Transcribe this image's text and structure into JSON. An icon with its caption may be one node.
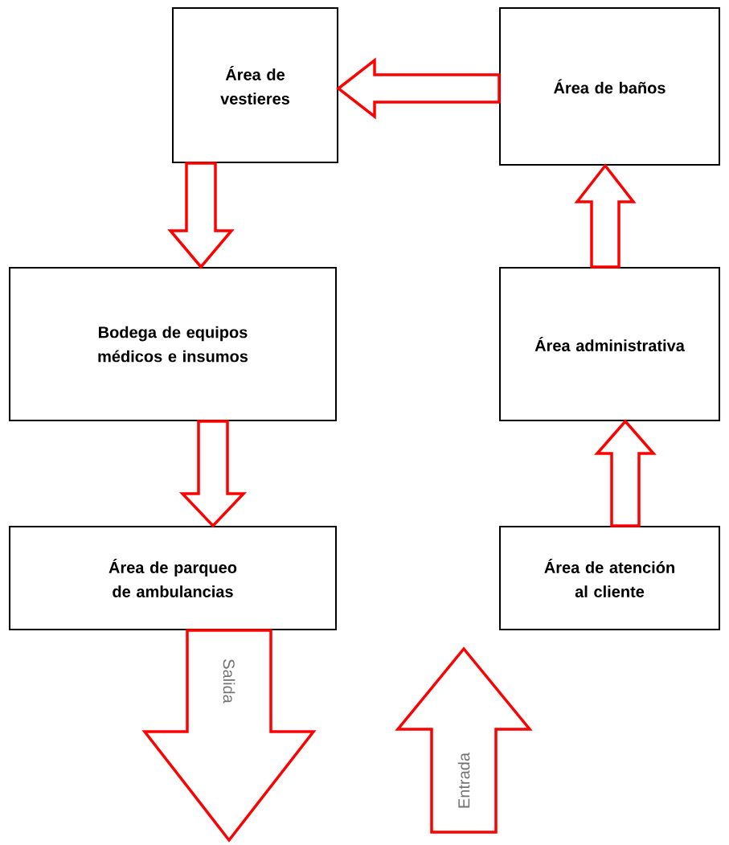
{
  "diagram": {
    "nodes": [
      {
        "text": [
          "Área de vestieres"
        ]
      },
      {
        "text": [
          "Área de baños"
        ]
      },
      {
        "text": [
          "Bodega de equipos médicos e insumos"
        ]
      },
      {
        "text": [
          "Área administrativa"
        ]
      },
      {
        "text": [
          "Área de parqueo de ambulancias"
        ]
      },
      {
        "text": [
          "Área de atención al cliente"
        ]
      }
    ],
    "edges": [
      {
        "from": 1,
        "to": 0,
        "arrow": "to"
      },
      {
        "from": 0,
        "to": 2,
        "arrow": "to"
      },
      {
        "from": 2,
        "to": 4,
        "arrow": "to"
      },
      {
        "from": 5,
        "to": 3,
        "arrow": "to"
      },
      {
        "from": 3,
        "to": 1,
        "arrow": "to"
      },
      {
        "from": 4,
        "to": null,
        "arrow": "to",
        "label": "Salida"
      },
      {
        "from": null,
        "to": 5,
        "arrow": "to",
        "label": "Entrada"
      }
    ]
  }
}
